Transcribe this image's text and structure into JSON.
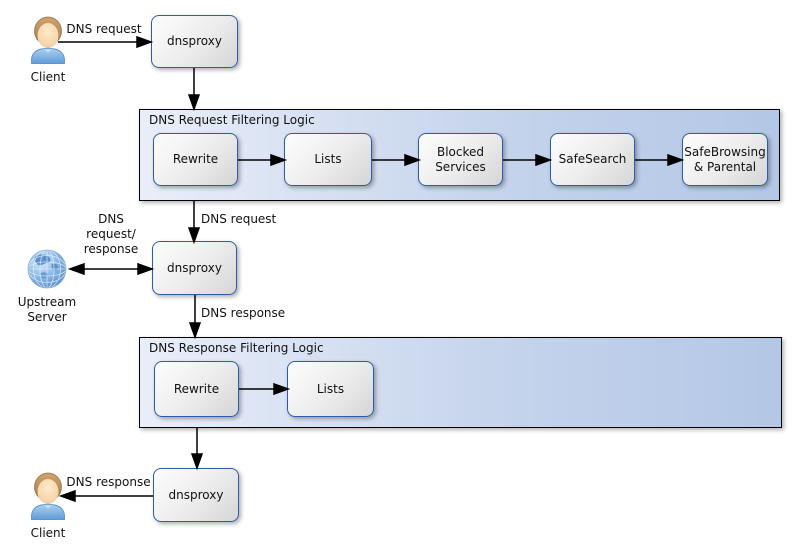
{
  "colors": {
    "container_gradient_start": "#e9eef9",
    "container_gradient_end": "#b3c7e6",
    "node_gradient_start": "#fdfdfd",
    "node_gradient_end": "#d5d5d5",
    "node_border": "#2b5cad",
    "container_border": "#000000",
    "arrow": "#000000"
  },
  "client_top": {
    "label": "Client"
  },
  "client_bottom": {
    "label": "Client"
  },
  "upstream": {
    "label_line1": "Upstream",
    "label_line2": "Server"
  },
  "proxy_top": {
    "label": "dnsproxy"
  },
  "proxy_mid": {
    "label": "dnsproxy"
  },
  "proxy_bottom": {
    "label": "dnsproxy"
  },
  "request_filtering": {
    "title": "DNS Request Filtering Logic",
    "steps": [
      "Rewrite",
      "Lists",
      "Blocked Services",
      "SafeSearch",
      "SafeBrowsing & Parental"
    ]
  },
  "response_filtering": {
    "title": "DNS Response Filtering Logic",
    "steps": [
      "Rewrite",
      "Lists"
    ]
  },
  "edge_labels": {
    "client_request": "DNS request",
    "filtered_request": "DNS request",
    "upstream_line1": "DNS",
    "upstream_line2": "request/",
    "upstream_line3": "response",
    "proxy_response": "DNS response",
    "client_response": "DNS response"
  }
}
